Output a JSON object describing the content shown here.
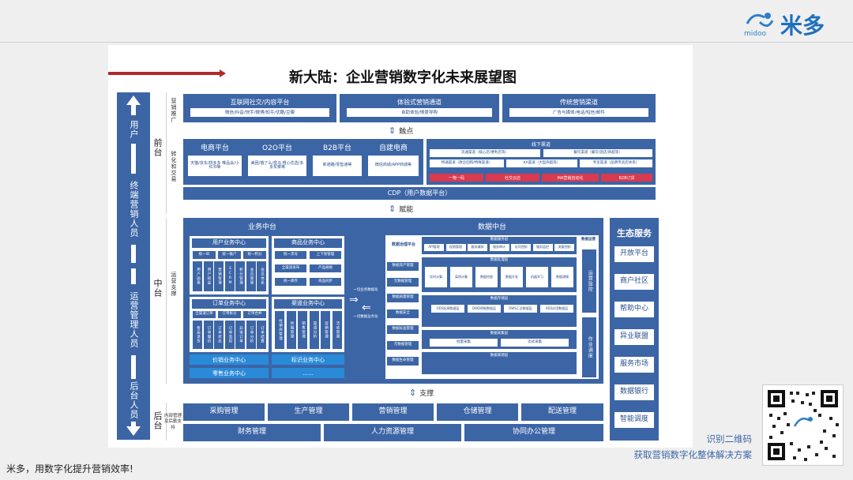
{
  "brand": {
    "latin": "midoo",
    "cn": "米多"
  },
  "title": "新大陆：企业营销数字化未来展望图",
  "left_roles": {
    "top": "用户",
    "mid1": "终端营销人员",
    "mid2": "运营管理人员",
    "bottom": "后台人员"
  },
  "layers": {
    "front": "前台",
    "middle": "中台",
    "back": "后台"
  },
  "row_labels": {
    "promo": "营销推广",
    "convert": "转化和交易",
    "ops": "运营支撑",
    "support": "内部管理及后勤支持"
  },
  "channels": [
    {
      "name": "互联网社交/内容平台",
      "sub": "微信/抖音/快手/微博/知乎/优酷/豆瓣"
    },
    {
      "name": "体验式营销通道",
      "sub": "自助体验/情景导购"
    },
    {
      "name": "传统营销渠道",
      "sub": "广告与媒体/电话/短信/邮件"
    }
  ],
  "touchpoint": "触点",
  "platforms": [
    {
      "name": "电商平台",
      "sub": "天猫/京东/拼多多 唯品会/小红书等"
    },
    {
      "name": "O2O平台",
      "sub": "美团/饿了么/盒马 橙心优选/多多买菜等"
    },
    {
      "name": "B2B平台",
      "sub": "新通路/零售通等"
    },
    {
      "name": "自建电商",
      "sub": "微信商城/APP商城等"
    }
  ],
  "offline": {
    "title": "线下渠道",
    "rows": [
      [
        "流通渠道（核心店/便利店等）",
        "餐饮渠道（餐饮/酒店/商超等）"
      ],
      [
        "特通渠道（政企团购/特殊渠道）",
        "KA渠道（大型商超等）",
        "专卖渠道（品牌专卖店体系）"
      ]
    ],
    "red": [
      "一物一码",
      "社交云店",
      "MA营销自动化",
      "B2B订货"
    ]
  },
  "cdp": "CDP（用户数据平台）",
  "empower": "赋能",
  "biz": {
    "title": "业务中台",
    "user_center": {
      "title": "用户业务中心",
      "row1": [
        "统一ID",
        "统一账户",
        "统一积分"
      ],
      "cols": [
        "用户画像",
        "用户权益",
        "营销管理",
        "SCRM",
        "积分管理",
        "会员管理",
        "会员体系"
      ]
    },
    "goods_center": {
      "title": "商品业务中心",
      "items": [
        "统一货号",
        "上下架管理",
        "全渠道发布",
        "产品规格",
        "统一库存",
        "商品同步"
      ]
    },
    "order_center": {
      "title": "订单业务中心",
      "row1": [
        "全渠道订单",
        "订单拆分",
        "订单合并"
      ],
      "cols": [
        "售后退货",
        "订单履约",
        "订单状态",
        "订单监控",
        "异常订单",
        "订单分析",
        "订单结算"
      ]
    },
    "channel_center": {
      "title": "渠道业务中心",
      "cols": [
        "经销商管理",
        "终端管理",
        "销售管理",
        "渠道分析",
        "促销管理",
        "活动管理"
      ]
    },
    "bars": [
      "价销业务中心",
      "标识业务中心",
      "零售业务中心",
      "......"
    ]
  },
  "flows": [
    "一切业务数据化",
    "一切数据业务化"
  ],
  "data": {
    "title": "数据中台",
    "gov_title": "数据治理平台",
    "gov_items": [
      "数据资产管理",
      "元数据管理",
      "数据质量管理",
      "数据安全",
      "数据标准管理",
      "元数据管理",
      "数据生命管理"
    ],
    "service_title": "数据服务层",
    "service_items": [
      "API管理",
      "权限管理",
      "服务编排",
      "服务审计",
      "访问控制",
      "服务监控",
      "流量控制"
    ],
    "calc_title": "数据处理层",
    "calc_items": [
      "实时计算",
      "离线计算",
      "数据挖掘",
      "数据开发",
      "机器学习",
      "数据建模"
    ],
    "storage_title": "数据存储层",
    "storage_items": [
      "ODS贴源数据层",
      "DWD明细数据层",
      "DWS汇总数据层",
      "ADS应用数据层"
    ],
    "collect_title": "数据采集层",
    "collect_items": [
      "批量采集",
      "流式采集"
    ],
    "source_title": "数据来源层",
    "ops_title": "数据运营",
    "ops_items": [
      "运营监控",
      "作业调度"
    ]
  },
  "support_label": "支撑",
  "back_row1": [
    "采购管理",
    "生产管理",
    "营销管理",
    "仓储管理",
    "配送管理"
  ],
  "back_row2": [
    "财务管理",
    "人力资源管理",
    "协同办公管理"
  ],
  "eco": {
    "title": "生态服务",
    "items": [
      "开放平台",
      "商户社区",
      "帮助中心",
      "异业联盟",
      "服务市场",
      "数据银行",
      "智能调度"
    ]
  },
  "qr_text": [
    "识别二维码",
    "获取营销数字化整体解决方案"
  ],
  "footer": "米多，用数字化提升营销效率!",
  "colors": {
    "primary": "#3c65a6",
    "accent_red": "#d83a4f",
    "title_bar": "#b02a2a"
  }
}
